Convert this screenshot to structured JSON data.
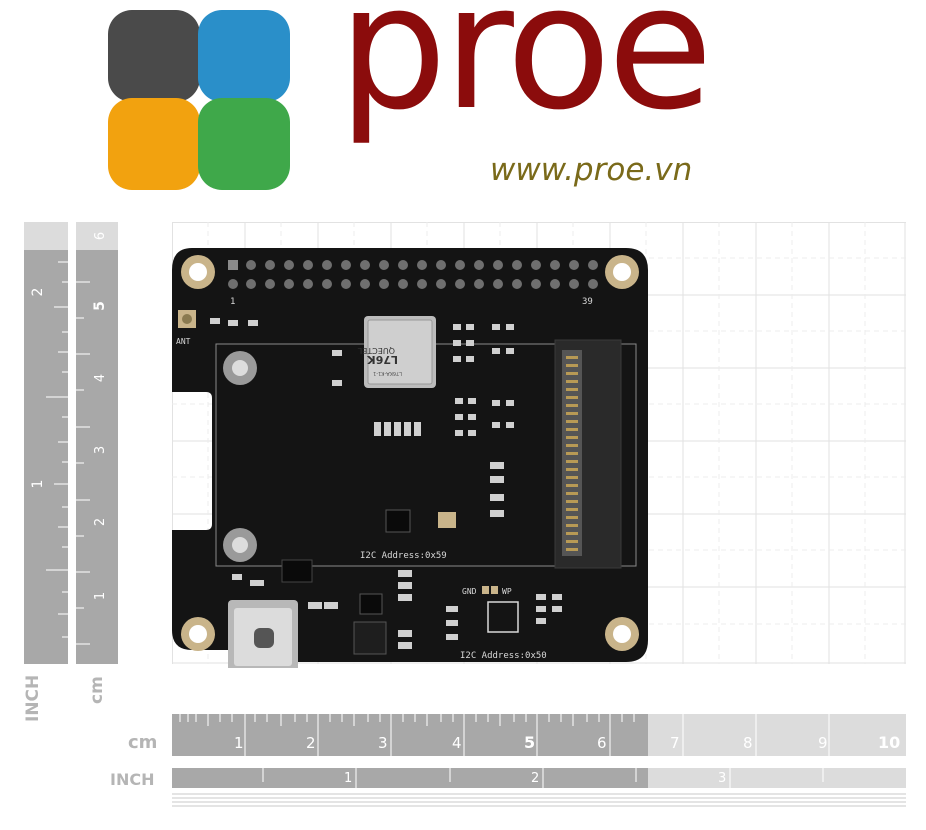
{
  "logo": {
    "word": "proe",
    "url": "www.proe.vn",
    "colors": {
      "square_tl": "#4a4a4a",
      "square_tr": "#2a8fc9",
      "square_bl": "#f2a20f",
      "square_br": "#3fa84a",
      "word": "#8b0c0c",
      "url": "#7a6a1a"
    }
  },
  "ruler_vertical": {
    "inch_label": "INCH",
    "cm_label": "cm",
    "inch_ticks": [
      "2",
      "1"
    ],
    "cm_ticks": [
      "6",
      "5",
      "4",
      "3",
      "2",
      "1"
    ]
  },
  "ruler_horizontal": {
    "cm_label": "cm",
    "inch_label": "INCH",
    "cm_ticks": [
      "1",
      "2",
      "3",
      "4",
      "5",
      "6",
      "7",
      "8",
      "9",
      "10"
    ],
    "inch_ticks": [
      "1",
      "2",
      "3"
    ]
  },
  "board": {
    "antenna_label": "ANT",
    "pin_first": "1",
    "pin_last": "39",
    "module_brand": "QUECTEL",
    "module_model": "L76K",
    "module_code": "L76KA-K1-1",
    "i2c_address_1": "I2C Address:0x59",
    "i2c_address_2": "I2C Address:0x50",
    "gnd_label": "GND",
    "wp_label": "WP",
    "colors": {
      "pcb": "#141414",
      "hole": "#c9b48a",
      "silk": "#d8d8d8"
    }
  }
}
